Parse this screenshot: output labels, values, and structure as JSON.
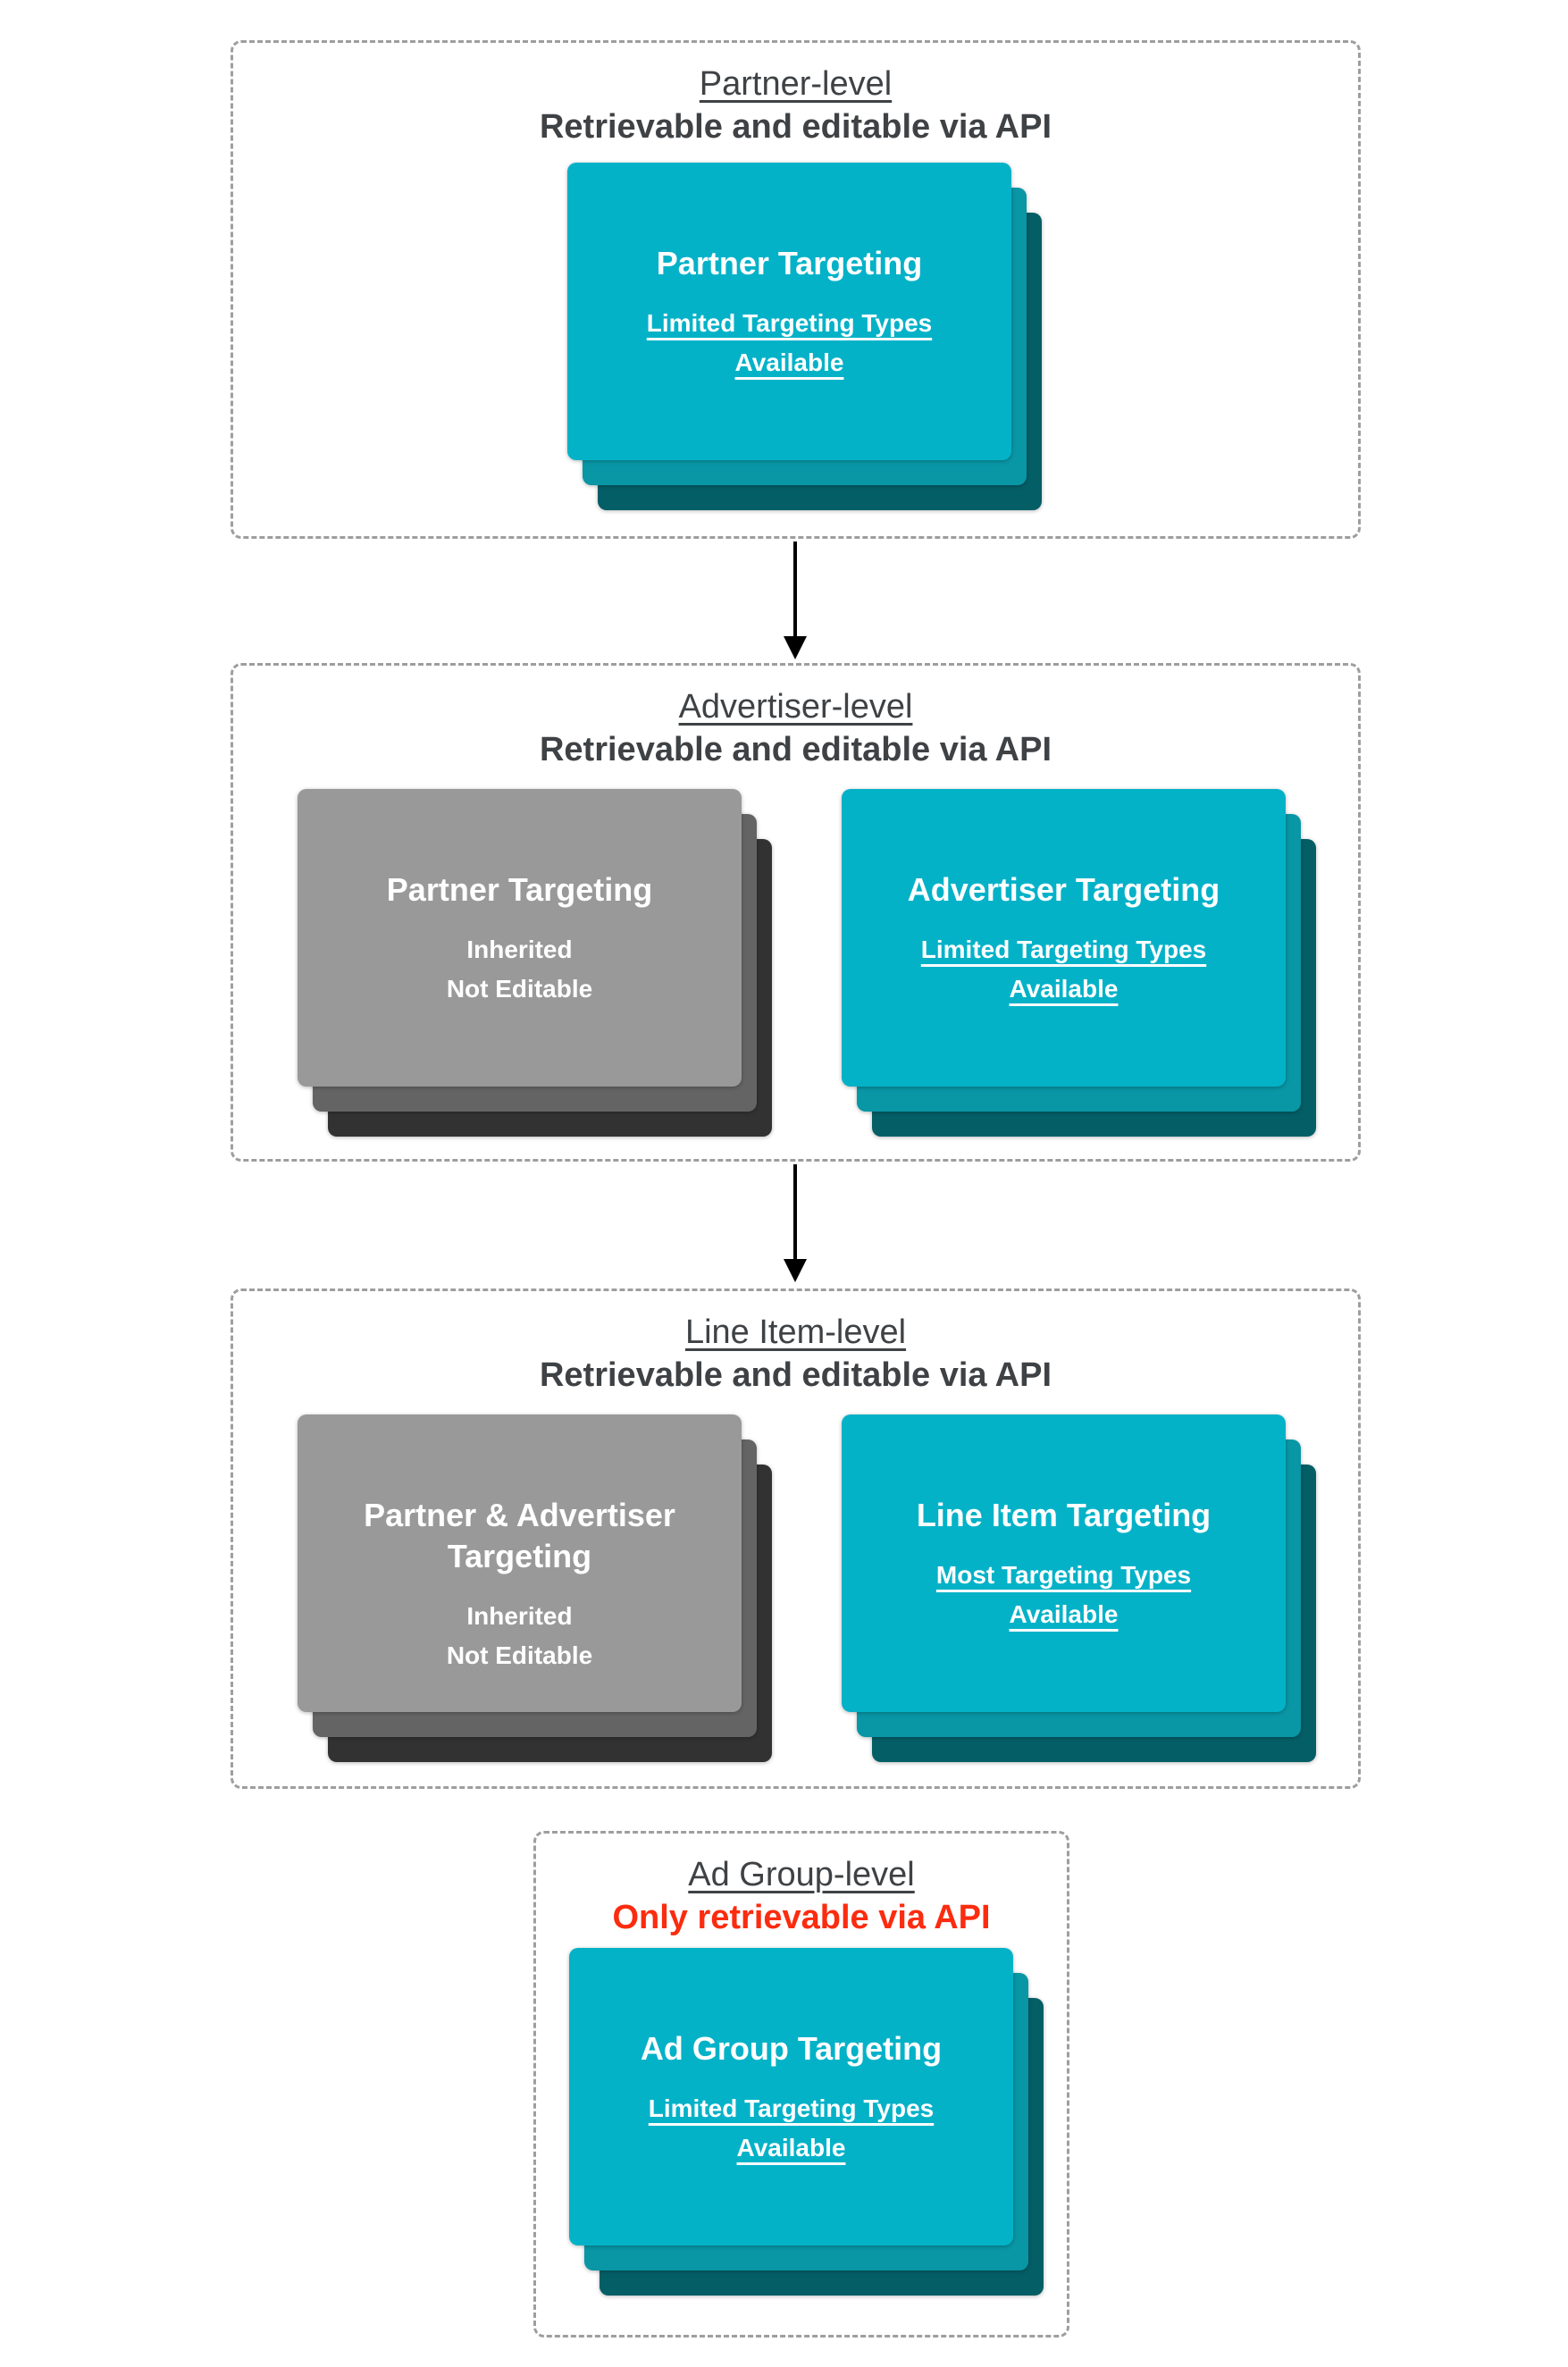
{
  "diagram": {
    "background": "#FFFFFF",
    "text_color": "#3F4245",
    "colors": {
      "cyan_card": "#04B2C8",
      "cyan_layer2": "#0996A5",
      "cyan_layer3": "#045E66",
      "gray_card": "#999999",
      "gray_layer2": "#646464",
      "gray_layer3": "#323232",
      "red_subtitle": "#FB2C0F",
      "dashed_border": "#9E9E9E",
      "arrow": "#000000",
      "card_text": "#FFFFFF"
    }
  },
  "sections": [
    {
      "title": "Partner-level",
      "subtitle": "Retrievable and editable via API",
      "cards": [
        {
          "variant": "cyan",
          "title": "Partner Targeting",
          "body_lines": [
            "Limited Targeting Types",
            "Available"
          ],
          "body_underlined": true
        }
      ]
    },
    {
      "title": "Advertiser-level",
      "subtitle": "Retrievable and editable via API",
      "cards": [
        {
          "variant": "gray",
          "title": "Partner Targeting",
          "body_lines": [
            "Inherited",
            "Not Editable"
          ],
          "body_underlined": false
        },
        {
          "variant": "cyan",
          "title": "Advertiser Targeting",
          "body_lines": [
            "Limited Targeting Types",
            "Available"
          ],
          "body_underlined": true
        }
      ]
    },
    {
      "title": "Line Item-level",
      "subtitle": "Retrievable and editable via API",
      "cards": [
        {
          "variant": "gray",
          "title": "Partner & Advertiser Targeting",
          "body_lines": [
            "Inherited",
            "Not Editable"
          ],
          "body_underlined": false
        },
        {
          "variant": "cyan",
          "title": "Line Item Targeting",
          "body_lines": [
            "Most Targeting Types",
            "Available"
          ],
          "body_underlined": true
        }
      ]
    },
    {
      "title": "Ad Group-level",
      "subtitle": "Only retrievable via API",
      "cards": [
        {
          "variant": "cyan",
          "title": "Ad Group Targeting",
          "body_lines": [
            "Limited Targeting Types",
            "Available"
          ],
          "body_underlined": true
        }
      ]
    }
  ]
}
